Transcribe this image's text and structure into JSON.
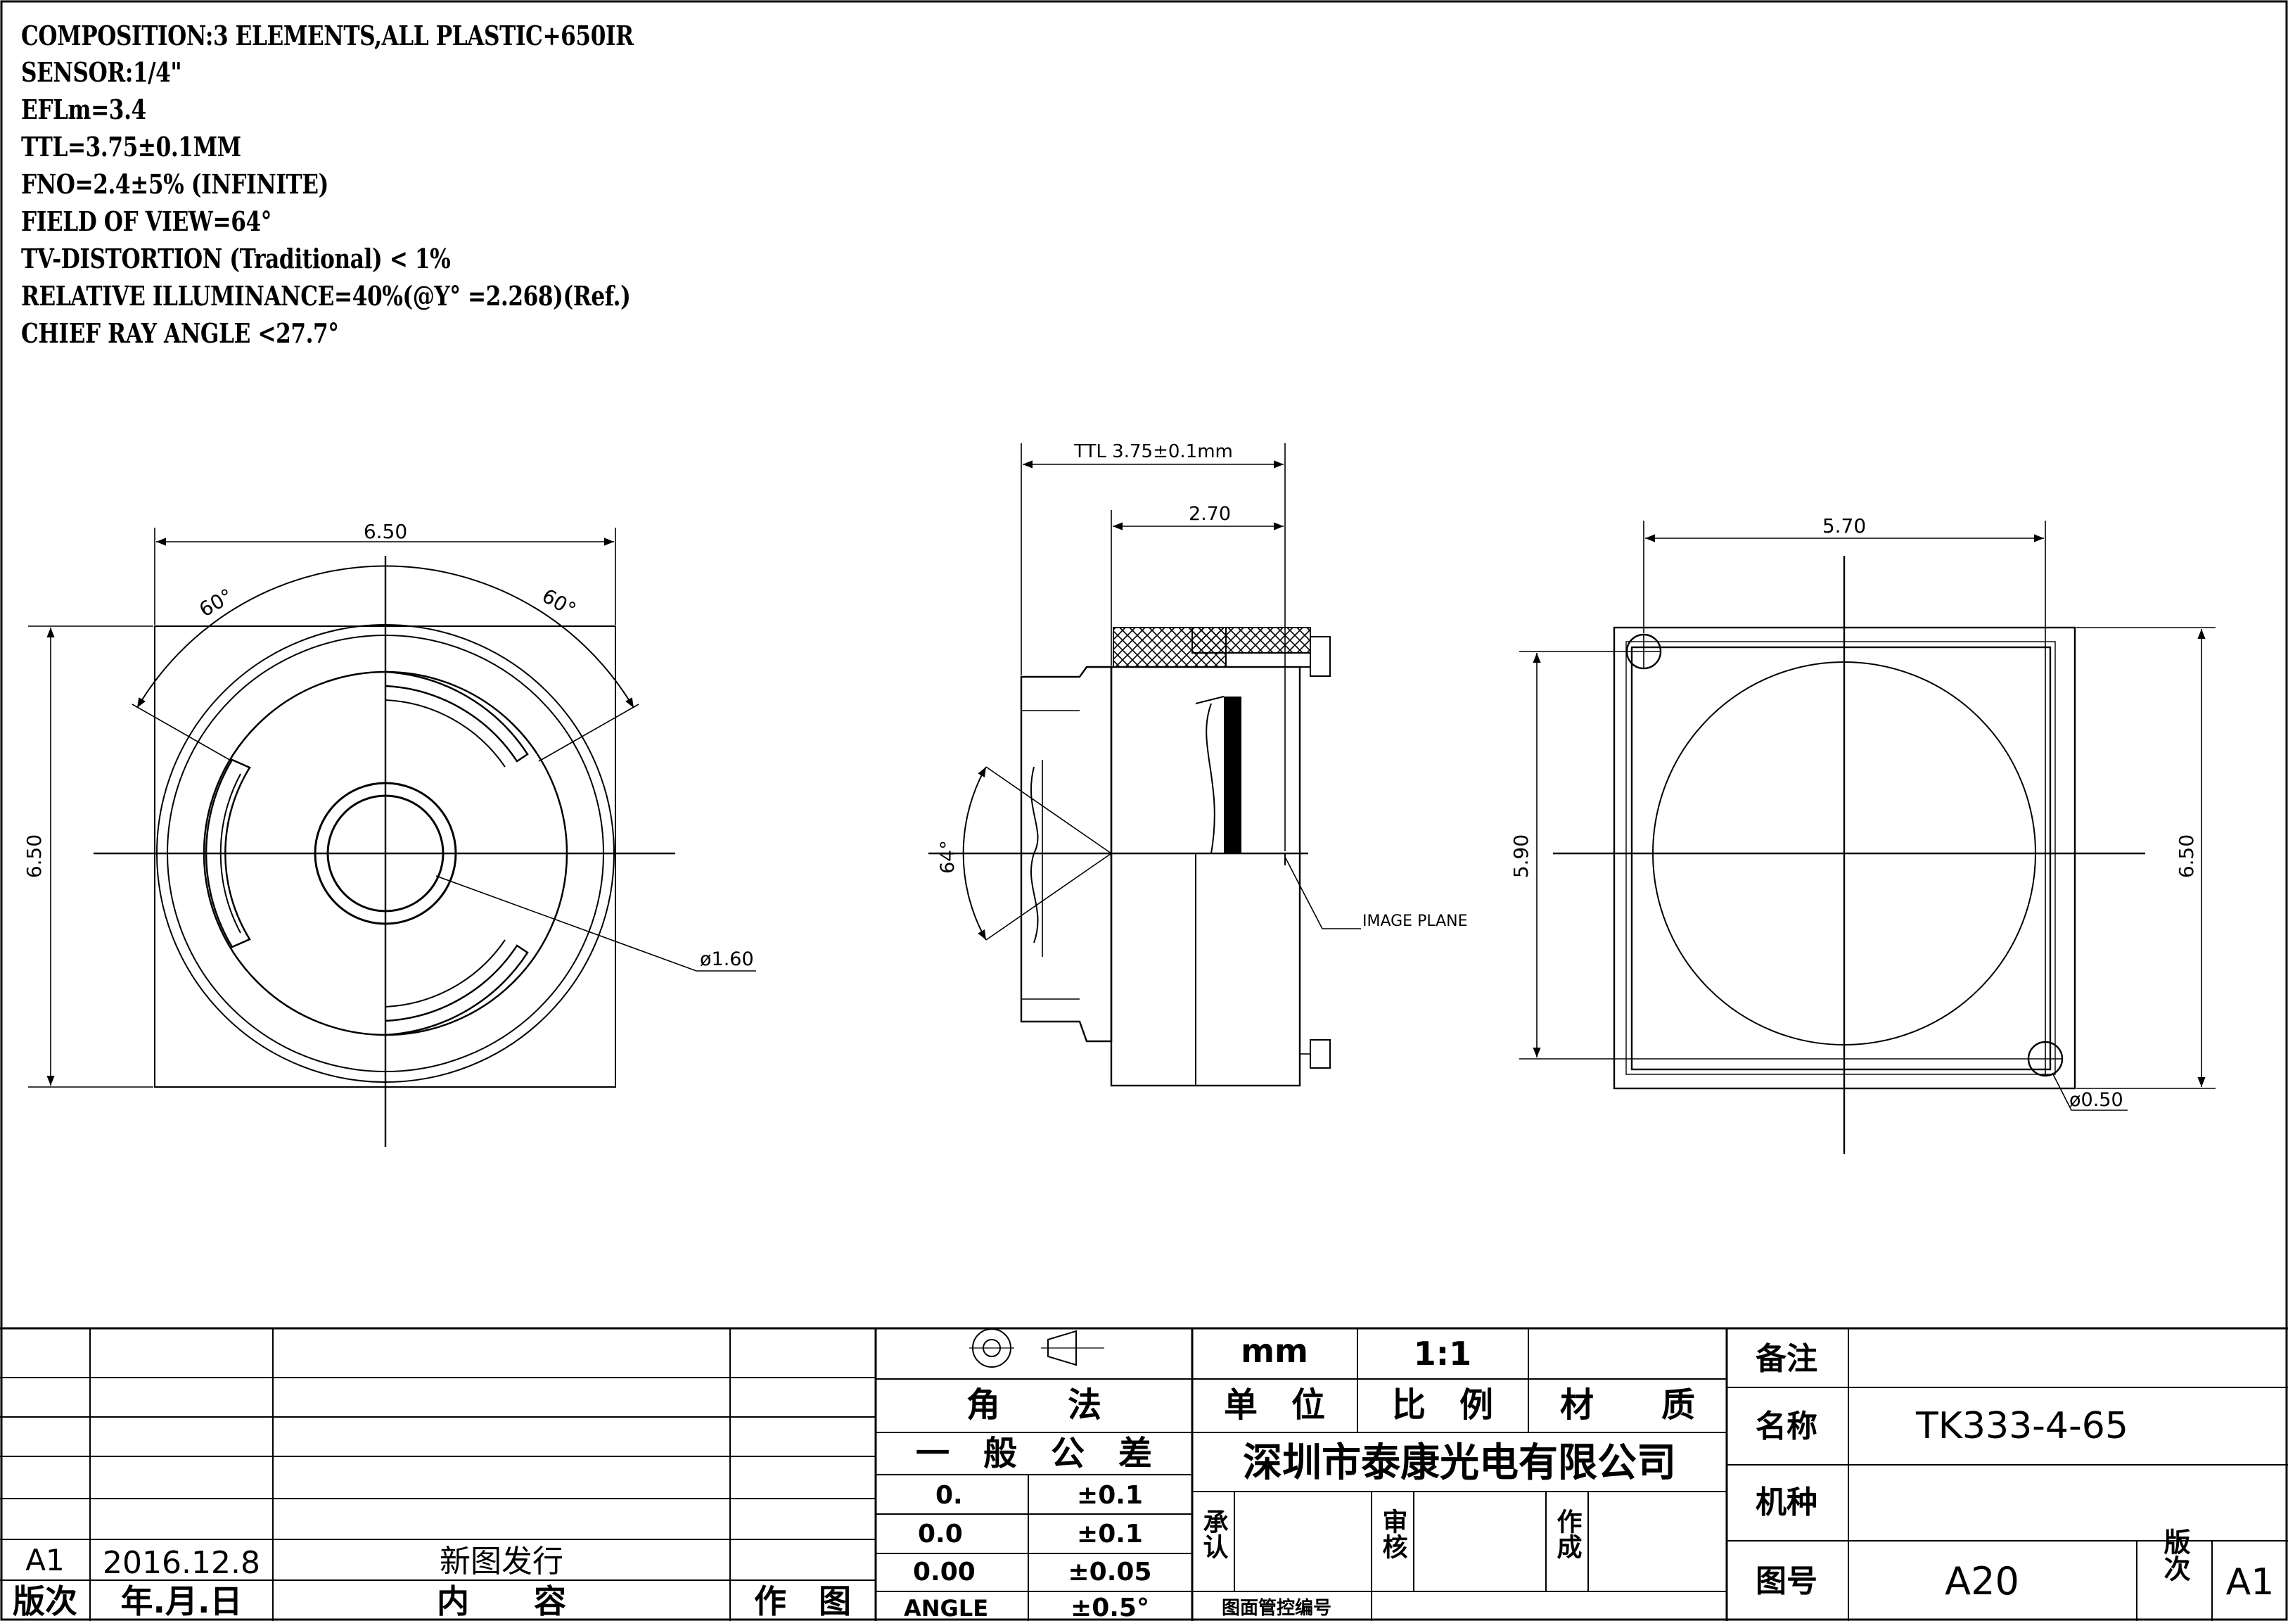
{
  "specs": [
    "COMPOSITION:3 ELEMENTS,ALL PLASTIC+650IR",
    "SENSOR:1/4\"",
    "EFLm=3.4",
    "TTL=3.75±0.1MM",
    "FNO=2.4±5% (INFINITE)",
    "FIELD OF VIEW=64°",
    "TV-DISTORTION (Traditional) < 1%",
    "RELATIVE ILLUMINANCE=40%(@Y° =2.268)(Ref.)",
    "CHIEF RAY ANGLE <27.7°"
  ],
  "front_view": {
    "width_dim": "6.50",
    "height_dim": "6.50",
    "angle_left": "60°",
    "angle_right": "60°",
    "bore_dim": "ø1.60"
  },
  "side_view": {
    "ttl_dim": "TTL 3.75±0.1mm",
    "depth_dim": "2.70",
    "fov_angle": "64°",
    "image_plane_label": "IMAGE PLANE"
  },
  "back_view": {
    "width_dim": "5.70",
    "height_dim_left": "5.90",
    "height_dim_right": "6.50",
    "pin_dim": "ø0.50"
  },
  "title_block": {
    "revision_rows": [
      {
        "rev": "A1",
        "date": "2016.12.8",
        "content": "新图发行",
        "author": ""
      }
    ],
    "rev_header": {
      "rev": "版次",
      "date": "年.月.日",
      "content": "内　　容",
      "author": "作　图"
    },
    "projection_label": "角　　法",
    "unit_value": "mm",
    "unit_label": "单　位",
    "scale_value": "1:1",
    "scale_label": "比　例",
    "material_label": "材　　质",
    "tolerance_title": "一　般　公　差",
    "tolerances": [
      {
        "spec": "0.",
        "value": "±0.1"
      },
      {
        "spec": "0.0",
        "value": "±0.1"
      },
      {
        "spec": "0.00",
        "value": "±0.05"
      },
      {
        "spec": "ANGLE",
        "value": "±0.5°"
      }
    ],
    "company": "深圳市泰康光电有限公司",
    "approve_label": "承认",
    "review_label": "审核",
    "made_label": "作成",
    "control_no_label": "图面管控编号",
    "remark_label": "备注",
    "remark_value": "",
    "name_label": "名称",
    "name_value": "TK333-4-65",
    "model_label": "机种",
    "model_value": "",
    "drawing_no_label": "图号",
    "drawing_no_value": "A20",
    "version_label": "版次",
    "version_value": "A1"
  }
}
